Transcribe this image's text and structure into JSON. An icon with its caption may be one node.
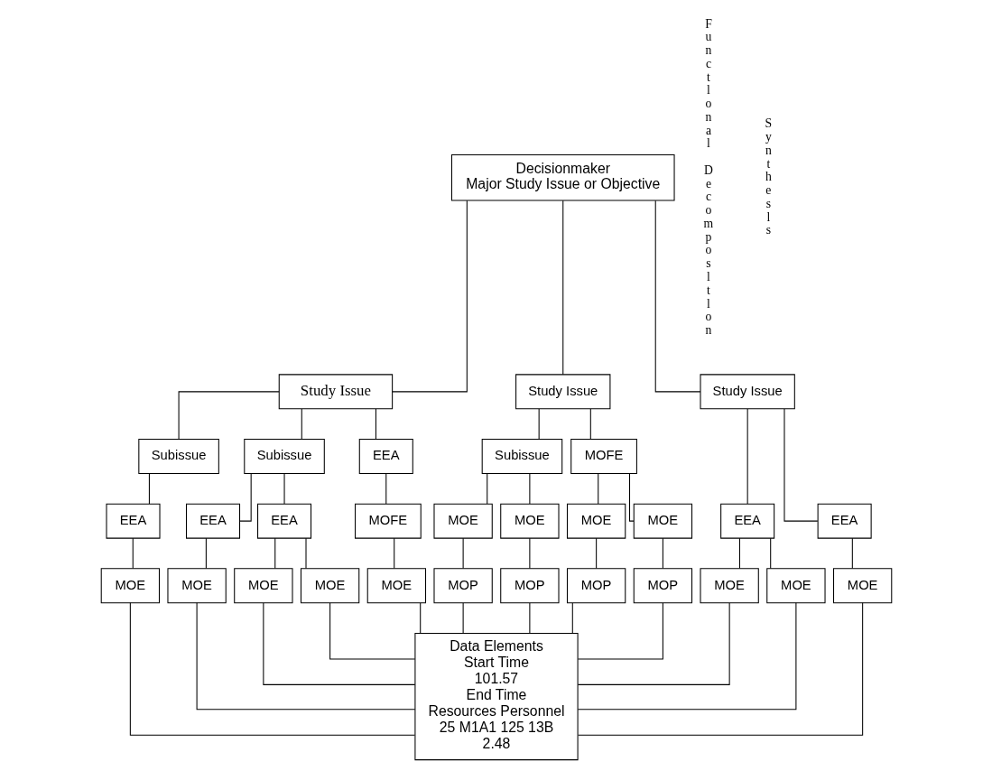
{
  "diagram": {
    "nodes": [
      {
        "text": [
          "Decisionmaker",
          "Major Study Issue or Objective"
        ]
      },
      {
        "text": [
          "Study Issue"
        ]
      },
      {
        "text": [
          "Study Issue"
        ]
      },
      {
        "text": [
          "Study Issue"
        ]
      },
      {
        "text": [
          "Subissue"
        ]
      },
      {
        "text": [
          "Subissue"
        ]
      },
      {
        "text": [
          "EEA"
        ]
      },
      {
        "text": [
          "Subissue"
        ]
      },
      {
        "text": [
          "MOFE"
        ]
      },
      {
        "text": [
          "EEA"
        ]
      },
      {
        "text": [
          "EEA"
        ]
      },
      {
        "text": [
          "EEA"
        ]
      },
      {
        "text": [
          "MOFE"
        ]
      },
      {
        "text": [
          "MOE"
        ]
      },
      {
        "text": [
          "MOE"
        ]
      },
      {
        "text": [
          "MOE"
        ]
      },
      {
        "text": [
          "MOE"
        ]
      },
      {
        "text": [
          "EEA"
        ]
      },
      {
        "text": [
          "EEA"
        ]
      },
      {
        "text": [
          "MOE"
        ]
      },
      {
        "text": [
          "MOE"
        ]
      },
      {
        "text": [
          "MOE"
        ]
      },
      {
        "text": [
          "MOE"
        ]
      },
      {
        "text": [
          "MOE"
        ]
      },
      {
        "text": [
          "MOP"
        ]
      },
      {
        "text": [
          "MOP"
        ]
      },
      {
        "text": [
          "MOP"
        ]
      },
      {
        "text": [
          "MOP"
        ]
      },
      {
        "text": [
          "MOE"
        ]
      },
      {
        "text": [
          "MOE"
        ]
      },
      {
        "text": [
          "MOE"
        ]
      },
      {
        "text": [
          "Data Elements",
          "Start Time",
          "101.57",
          "End Time",
          "Resources Personnel",
          "25 M1A1 125 13B",
          "2.48"
        ]
      }
    ],
    "edges": [
      {
        "from": 0,
        "to": 1,
        "arrow": "none"
      },
      {
        "from": 0,
        "to": 2,
        "arrow": "none"
      },
      {
        "from": 0,
        "to": 3,
        "arrow": "none"
      },
      {
        "from": 1,
        "to": 4,
        "arrow": "none"
      },
      {
        "from": 1,
        "to": 5,
        "arrow": "none"
      },
      {
        "from": 1,
        "to": 6,
        "arrow": "none"
      },
      {
        "from": 2,
        "to": 7,
        "arrow": "none"
      },
      {
        "from": 2,
        "to": 8,
        "arrow": "none"
      },
      {
        "from": 4,
        "to": 9,
        "arrow": "none"
      },
      {
        "from": 5,
        "to": 10,
        "arrow": "none"
      },
      {
        "from": 5,
        "to": 11,
        "arrow": "none"
      },
      {
        "from": 6,
        "to": 12,
        "arrow": "none"
      },
      {
        "from": 7,
        "to": 13,
        "arrow": "none"
      },
      {
        "from": 7,
        "to": 14,
        "arrow": "none"
      },
      {
        "from": 8,
        "to": 15,
        "arrow": "none"
      },
      {
        "from": 8,
        "to": 16,
        "arrow": "none"
      },
      {
        "from": 3,
        "to": 17,
        "arrow": "none"
      },
      {
        "from": 3,
        "to": 18,
        "arrow": "none"
      },
      {
        "from": 9,
        "to": 19,
        "arrow": "none"
      },
      {
        "from": 10,
        "to": 20,
        "arrow": "none"
      },
      {
        "from": 11,
        "to": 21,
        "arrow": "none"
      },
      {
        "from": 11,
        "to": 22,
        "arrow": "none"
      },
      {
        "from": 12,
        "to": 23,
        "arrow": "none"
      },
      {
        "from": 13,
        "to": 24,
        "arrow": "none"
      },
      {
        "from": 14,
        "to": 25,
        "arrow": "none"
      },
      {
        "from": 15,
        "to": 26,
        "arrow": "none"
      },
      {
        "from": 16,
        "to": 27,
        "arrow": "none"
      },
      {
        "from": 17,
        "to": 28,
        "arrow": "none"
      },
      {
        "from": 17,
        "to": 29,
        "arrow": "none"
      },
      {
        "from": 18,
        "to": 30,
        "arrow": "none"
      },
      {
        "from": 19,
        "to": 31,
        "arrow": "none"
      },
      {
        "from": 20,
        "to": 31,
        "arrow": "none"
      },
      {
        "from": 21,
        "to": 31,
        "arrow": "none"
      },
      {
        "from": 22,
        "to": 31,
        "arrow": "none"
      },
      {
        "from": 23,
        "to": 31,
        "arrow": "none"
      },
      {
        "from": 24,
        "to": 31,
        "arrow": "none"
      },
      {
        "from": 25,
        "to": 31,
        "arrow": "none"
      },
      {
        "from": 26,
        "to": 31,
        "arrow": "none"
      },
      {
        "from": 27,
        "to": 31,
        "arrow": "none"
      },
      {
        "from": 28,
        "to": 31,
        "arrow": "none"
      },
      {
        "from": 29,
        "to": 31,
        "arrow": "none"
      },
      {
        "from": 30,
        "to": 31,
        "arrow": "none"
      }
    ],
    "labels": [
      "Functlonal Decomposltlon",
      "Synthesls"
    ]
  }
}
